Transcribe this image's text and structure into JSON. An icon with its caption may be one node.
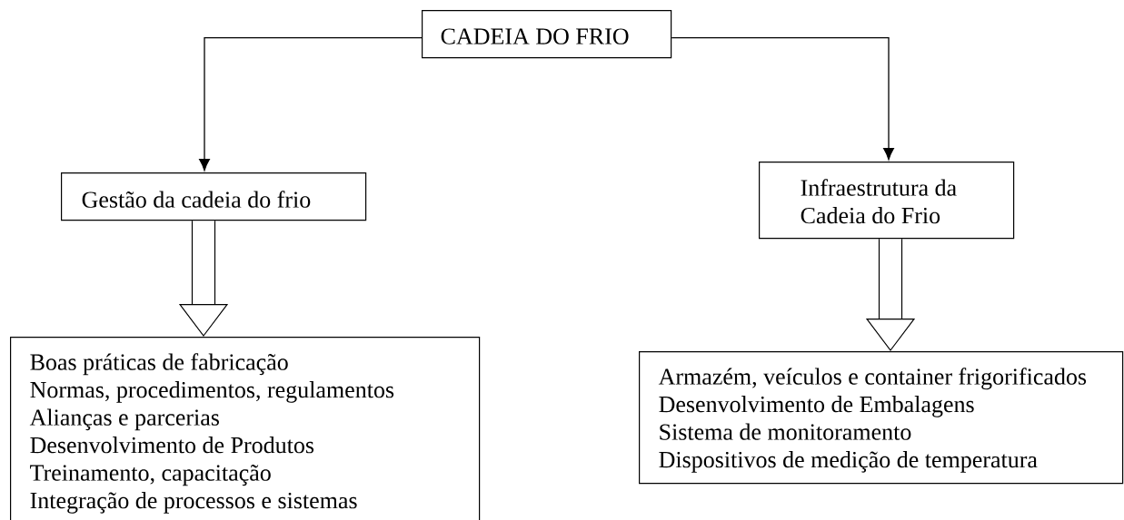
{
  "diagram": {
    "nodes": [
      {
        "text": [
          "CADEIA DO FRIO"
        ]
      },
      {
        "text": [
          "Gestão da cadeia do frio"
        ]
      },
      {
        "text": [
          "Infraestrutura da Cadeia do Frio"
        ]
      },
      {
        "text": [
          "Boas práticas de fabricação",
          "Normas, procedimentos, regulamentos",
          "Alianças e parcerias",
          "Desenvolvimento de Produtos",
          "Treinamento, capacitação",
          "Integração de processos e sistemas"
        ]
      },
      {
        "text": [
          "Armazém, veículos e container frigorificados",
          "Desenvolvimento de Embalagens",
          "Sistema de monitoramento",
          "Dispositivos de medição de temperatura"
        ]
      }
    ],
    "edges": [
      {
        "from": 0,
        "to": 1,
        "arrow": "to"
      },
      {
        "from": 0,
        "to": 2,
        "arrow": "to"
      },
      {
        "from": 1,
        "to": 3,
        "arrow": "to",
        "style": "thick"
      },
      {
        "from": 2,
        "to": 4,
        "arrow": "to",
        "style": "thick"
      }
    ]
  }
}
